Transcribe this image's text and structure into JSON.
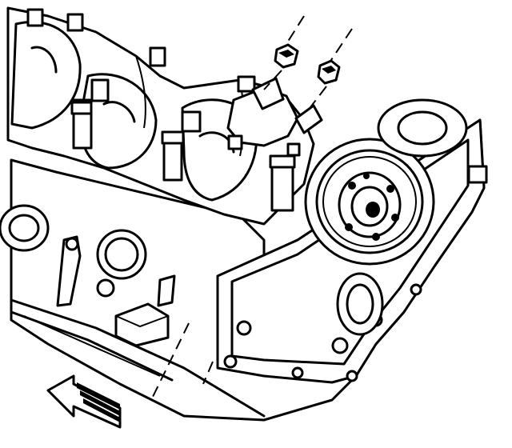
{
  "diagram": {
    "colors": {
      "line": "#000000",
      "background": "#ffffff"
    },
    "components": [
      "engine-block",
      "crankshaft",
      "crankshaft-sprocket",
      "connecting-rod-cap",
      "rod-nut",
      "main-bearing-bolt",
      "front-direction-arrow"
    ]
  }
}
